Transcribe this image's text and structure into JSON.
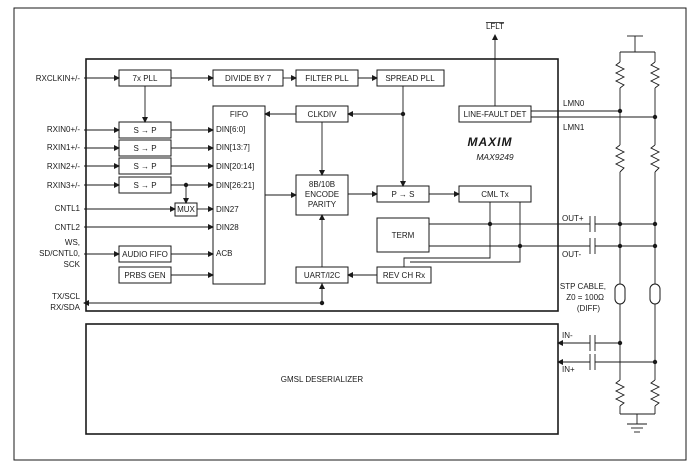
{
  "blocks": {
    "pll7x": "7x PLL",
    "divide7": "DIVIDE BY 7",
    "filter_pll": "FILTER PLL",
    "spread_pll": "SPREAD PLL",
    "line_fault_det": "LINE-FAULT DET",
    "clkdiv": "CLKDIV",
    "fifo": "FIFO",
    "sp": "S → P",
    "mux": "MUX",
    "audio_fifo": "AUDIO FIFO",
    "prbs_gen": "PRBS GEN",
    "encode_l1": "8B/10B",
    "encode_l2": "ENCODE",
    "encode_l3": "PARITY",
    "ps": "P → S",
    "cml_tx": "CML Tx",
    "term": "TERM",
    "uart": "UART/I2C",
    "rev_ch_rx": "REV CH Rx",
    "deserializer": "GMSL DESERIALIZER"
  },
  "fifo_ports": [
    "DIN[6:0]",
    "DIN[13:7]",
    "DIN[20:14]",
    "DIN[26:21]",
    "DIN27",
    "DIN28",
    "ACB"
  ],
  "inputs": {
    "rxclkin": "RXCLKIN+/-",
    "rxin0": "RXIN0+/-",
    "rxin1": "RXIN1+/-",
    "rxin2": "RXIN2+/-",
    "rxin3": "RXIN3+/-",
    "cntl1": "CNTL1",
    "cntl2": "CNTL2",
    "ws_l1": "WS,",
    "ws_l2": "SD/CNTL0,",
    "ws_l3": "SCK",
    "txscl_l1": "TX/SCL",
    "txscl_l2": "RX/SDA"
  },
  "outputs": {
    "lflt": "LFLT",
    "lmn0": "LMN0",
    "lmn1": "LMN1",
    "out_p": "OUT+",
    "out_n": "OUT-",
    "in_n": "IN-",
    "in_p": "IN+"
  },
  "cable": {
    "l1": "STP CABLE,",
    "l2": "Z0 = 100Ω",
    "l3": "(DIFF)"
  },
  "brand": "MAXIM",
  "part_number": "MAX9249"
}
